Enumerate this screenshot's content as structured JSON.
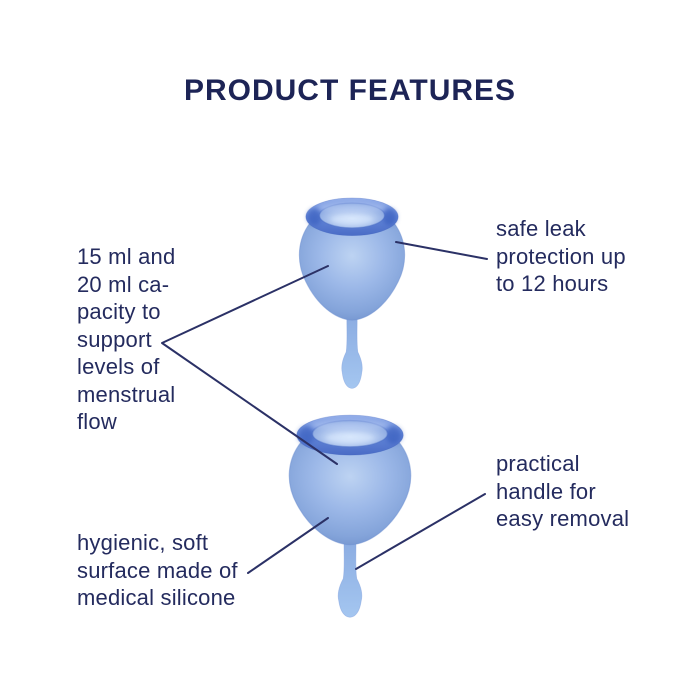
{
  "title": "PRODUCT FEATURES",
  "annotations": {
    "capacity": {
      "text": "15 ml and\n20 ml ca-\npacity to\nsupport\nlevels of\nmenstrual\nflow"
    },
    "leak": {
      "text": "safe leak\nprotection up\nto 12 hours"
    },
    "handle": {
      "text": "practical\nhandle for\neasy removal"
    },
    "surface": {
      "text": "hygienic, soft\nsurface made of\nmedical silicone"
    }
  },
  "figures": {
    "small_cup": "blue-menstrual-cup-small-15ml",
    "large_cup": "blue-menstrual-cup-large-20ml"
  },
  "colors": {
    "background": "#ffffff",
    "title_text": "#1d2456",
    "annotation_text": "#242b5e",
    "connector_line": "#2b3166",
    "cup_body": "#8fafe2",
    "cup_body_highlight": "#c9dcf6",
    "cup_rim": "#4a6cc6",
    "cup_stem": "#9dbfee"
  }
}
